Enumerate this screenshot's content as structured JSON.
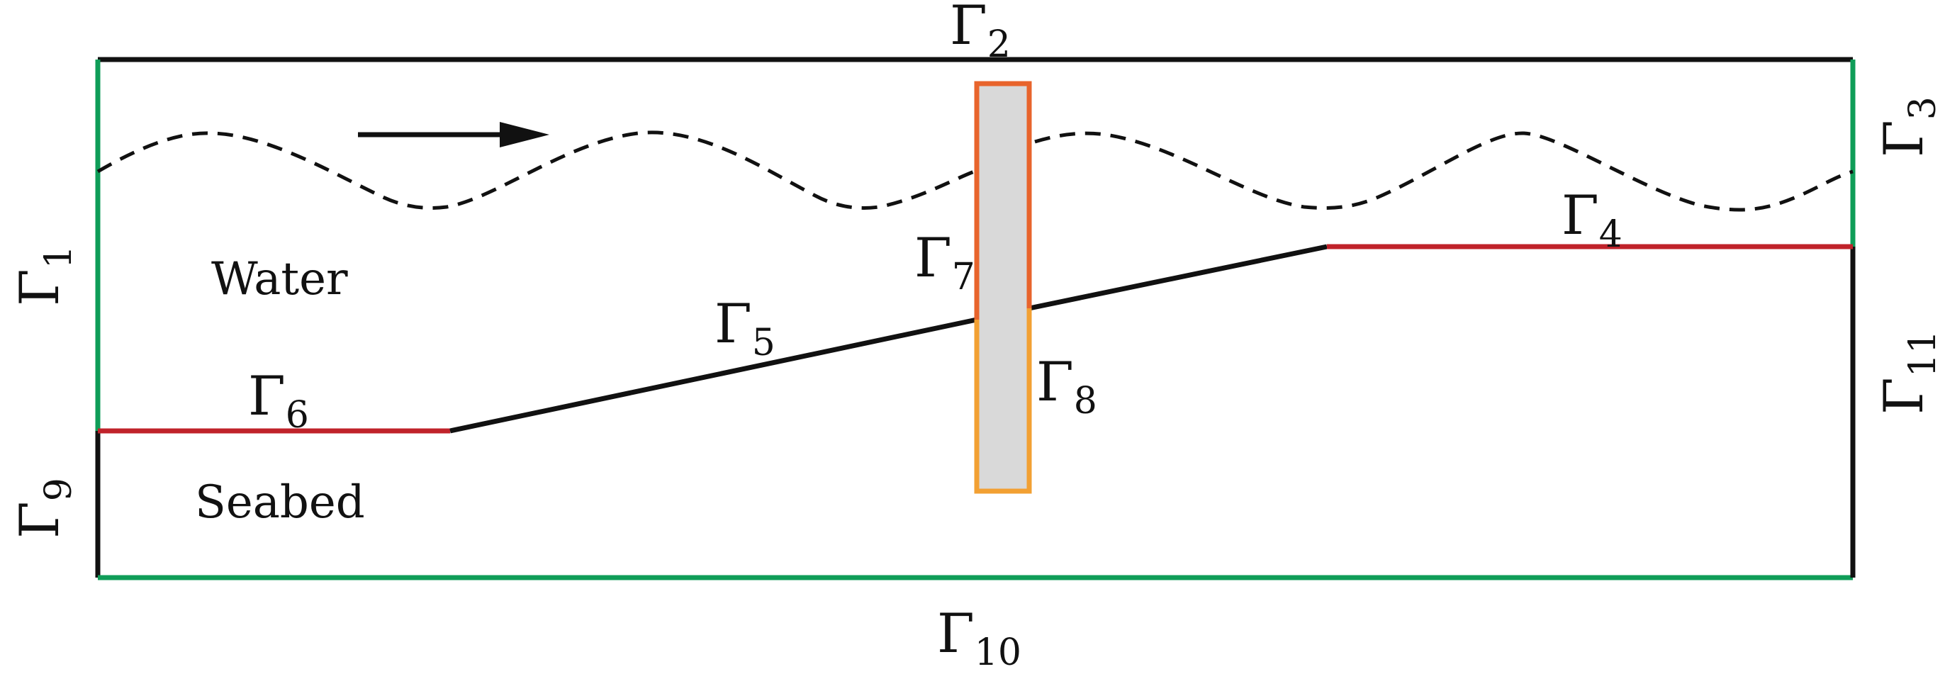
{
  "colors": {
    "outer_green": "#0f9d58",
    "black": "#111111",
    "red_boundary": "#c0222a",
    "orange_upper": "#e8642c",
    "orange_lower": "#f2a033",
    "structure_fill": "#d9d9d9"
  },
  "regions": {
    "water": "Water",
    "seabed": "Seabed"
  },
  "boundaries": {
    "g1": {
      "base": "Γ",
      "sub": "1"
    },
    "g2": {
      "base": "Γ",
      "sub": "2"
    },
    "g3": {
      "base": "Γ",
      "sub": "3"
    },
    "g4": {
      "base": "Γ",
      "sub": "4"
    },
    "g5": {
      "base": "Γ",
      "sub": "5"
    },
    "g6": {
      "base": "Γ",
      "sub": "6"
    },
    "g7": {
      "base": "Γ",
      "sub": "7"
    },
    "g8": {
      "base": "Γ",
      "sub": "8"
    },
    "g9": {
      "base": "Γ",
      "sub": "9"
    },
    "g10": {
      "base": "Γ",
      "sub": "10"
    },
    "g11": {
      "base": "Γ",
      "sub": "11"
    }
  },
  "icons": {
    "wave_direction": "right-arrow-icon"
  }
}
